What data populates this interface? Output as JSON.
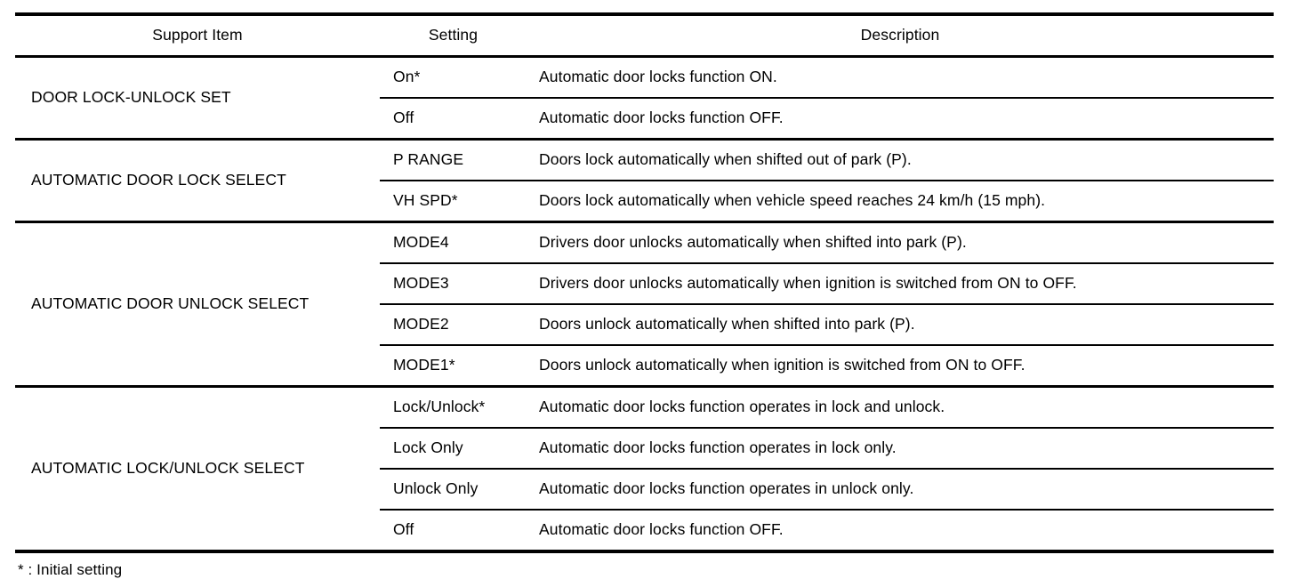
{
  "table": {
    "columns": [
      "Support Item",
      "Setting",
      "Description"
    ],
    "groups": [
      {
        "support_item": "DOOR LOCK-UNLOCK SET",
        "rows": [
          {
            "setting": "On*",
            "description": "Automatic door locks function ON."
          },
          {
            "setting": "Off",
            "description": "Automatic door locks function OFF."
          }
        ]
      },
      {
        "support_item": "AUTOMATIC DOOR LOCK SELECT",
        "rows": [
          {
            "setting": "P RANGE",
            "description": "Doors lock automatically when shifted out of park (P)."
          },
          {
            "setting": "VH SPD*",
            "description": "Doors lock automatically when vehicle speed reaches 24 km/h (15 mph)."
          }
        ]
      },
      {
        "support_item": "AUTOMATIC DOOR UNLOCK SELECT",
        "rows": [
          {
            "setting": "MODE4",
            "description": "Drivers door unlocks automatically when shifted into park (P)."
          },
          {
            "setting": "MODE3",
            "description": "Drivers door unlocks automatically when ignition is switched from ON to OFF."
          },
          {
            "setting": "MODE2",
            "description": "Doors unlock automatically when shifted into park (P)."
          },
          {
            "setting": "MODE1*",
            "description": "Doors unlock automatically when ignition is switched from ON to OFF."
          }
        ]
      },
      {
        "support_item": "AUTOMATIC LOCK/UNLOCK SELECT",
        "rows": [
          {
            "setting": "Lock/Unlock*",
            "description": "Automatic door locks function operates in lock and unlock."
          },
          {
            "setting": "Lock Only",
            "description": "Automatic door locks function operates in lock only."
          },
          {
            "setting": "Unlock Only",
            "description": "Automatic door locks function operates in unlock only."
          },
          {
            "setting": "Off",
            "description": "Automatic door locks function OFF."
          }
        ]
      }
    ]
  },
  "footnote": "* : Initial setting"
}
